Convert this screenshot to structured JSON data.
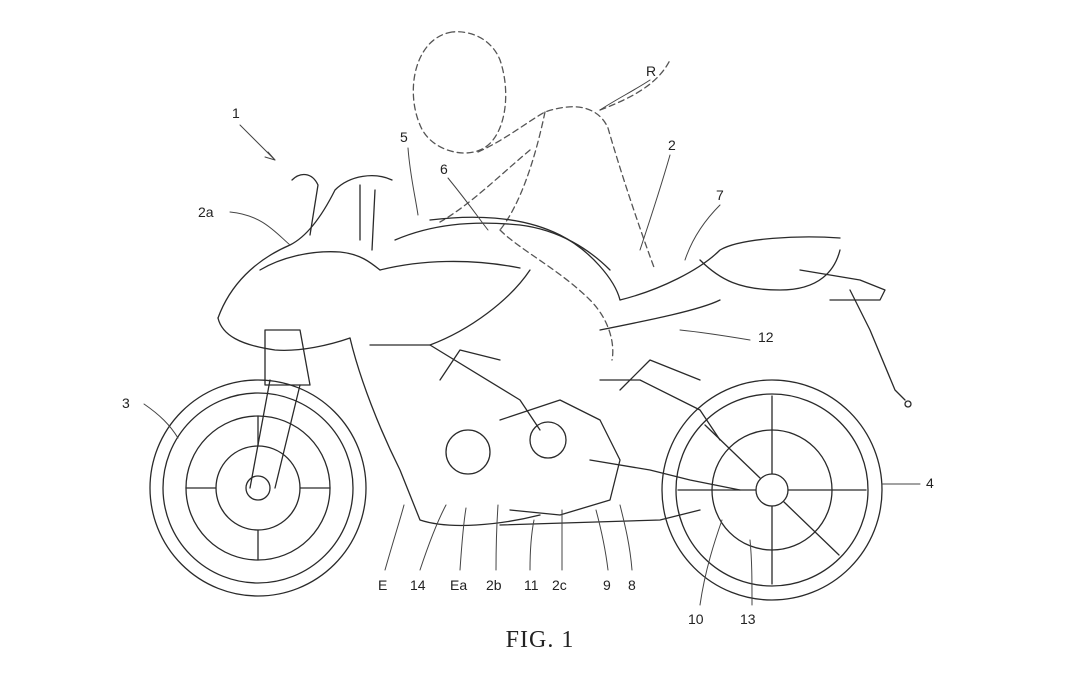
{
  "figure": {
    "caption": "FIG. 1",
    "reference_labels": {
      "motorcycle": "1",
      "rider": "R",
      "body": "2",
      "fairing": "2a",
      "sub_2b": "2b",
      "sub_2c": "2c",
      "front_wheel": "3",
      "rear_wheel": "4",
      "handle": "5",
      "tank": "6",
      "seat": "7",
      "ref_8": "8",
      "ref_9": "9",
      "ref_10": "10",
      "ref_11": "11",
      "ref_12": "12",
      "ref_13": "13",
      "ref_14": "14",
      "engine": "E",
      "engine_sub": "Ea"
    }
  }
}
